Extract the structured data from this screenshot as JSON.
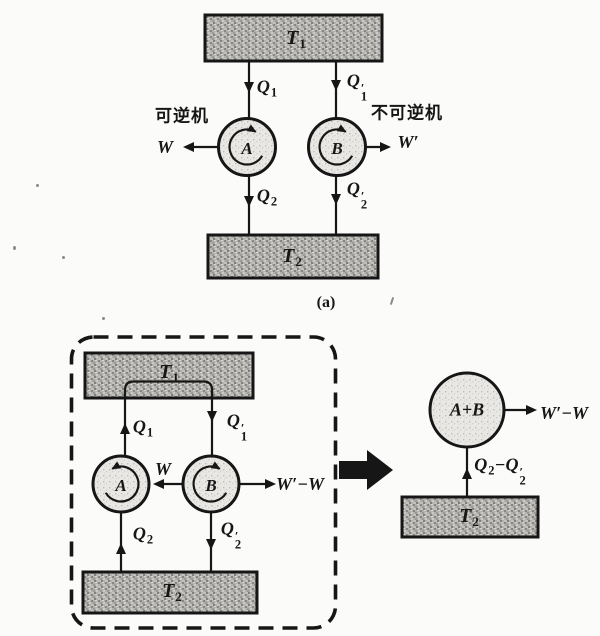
{
  "colors": {
    "ink": "#161616",
    "paper": "#fbfbf9",
    "reservoir_fill": "#b2b1ae",
    "engine_fill": "#e9e8e4"
  },
  "diagram_a": {
    "caption": "(a)",
    "hot_reservoir": {
      "base": "T",
      "sub": "1"
    },
    "cold_reservoir": {
      "base": "T",
      "sub": "2"
    },
    "engine_a": {
      "label": "A",
      "type_label": "可逆机",
      "work": "W",
      "heat_in": {
        "base": "Q",
        "sub": "1"
      },
      "heat_out": {
        "base": "Q",
        "sub": "2"
      }
    },
    "engine_b": {
      "label": "B",
      "type_label": "不可逆机",
      "work": "W′",
      "heat_in": {
        "base": "Q",
        "prime": "′",
        "sub": "1"
      },
      "heat_out": {
        "base": "Q",
        "prime": "′",
        "sub": "2"
      }
    }
  },
  "diagram_b": {
    "hot_reservoir": {
      "base": "T",
      "sub": "1"
    },
    "cold_reservoir": {
      "base": "T",
      "sub": "2"
    },
    "engine_a": {
      "label": "A",
      "heat_up": {
        "base": "Q",
        "sub": "1"
      },
      "heat_from_cold": {
        "base": "Q",
        "sub": "2"
      }
    },
    "engine_b": {
      "label": "B",
      "heat_in": {
        "base": "Q",
        "prime": "′",
        "sub": "1"
      },
      "heat_out": {
        "base": "Q",
        "prime": "′",
        "sub": "2"
      }
    },
    "internal_work": "W",
    "net_work": "W′−W"
  },
  "combined": {
    "engine": "A+B",
    "net_work": "W′−W",
    "cold_reservoir": {
      "base": "T",
      "sub": "2"
    },
    "net_heat": {
      "b1": "Q",
      "s1": "2",
      "op": "−",
      "b2": "Q",
      "p": "′",
      "s2": "2"
    }
  }
}
